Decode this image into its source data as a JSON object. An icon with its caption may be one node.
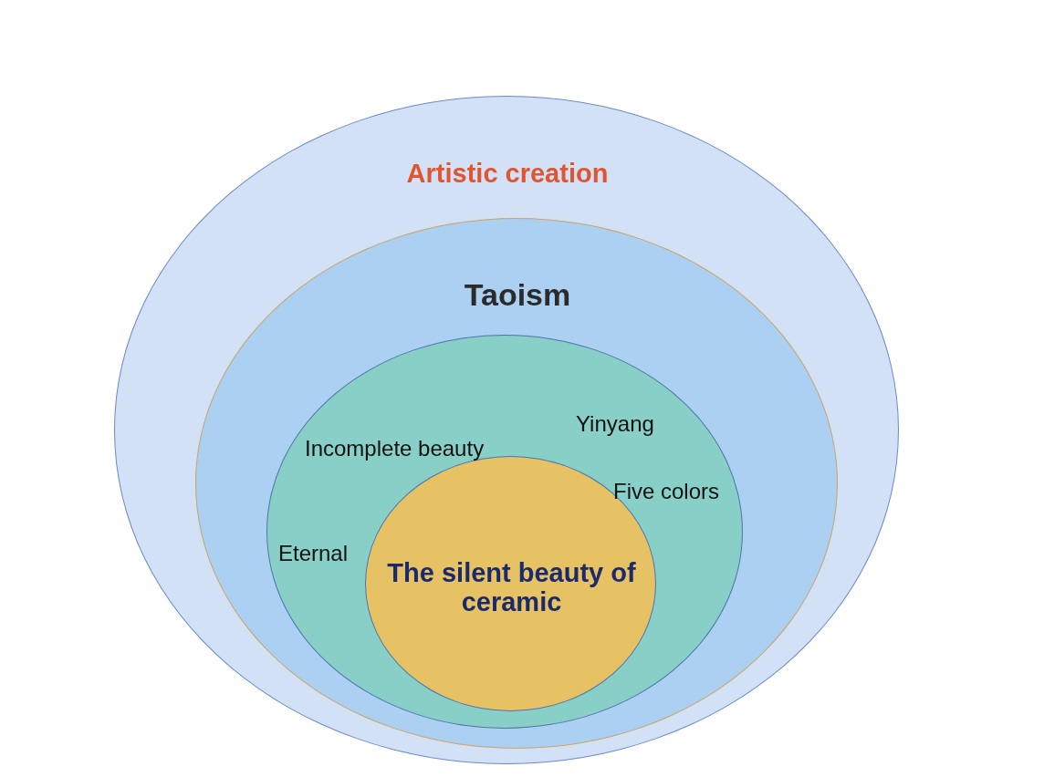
{
  "diagram": {
    "nodes": [
      {
        "text": [
          "Artistic creation"
        ]
      },
      {
        "text": [
          "Taoism"
        ],
        "in": 0
      },
      {
        "text": [
          "Yinyang",
          "Incomplete beauty",
          "Five colors",
          "Eternal"
        ],
        "in": 1
      },
      {
        "text": [
          "The silent beauty of ceramic"
        ],
        "in": 2
      }
    ]
  }
}
